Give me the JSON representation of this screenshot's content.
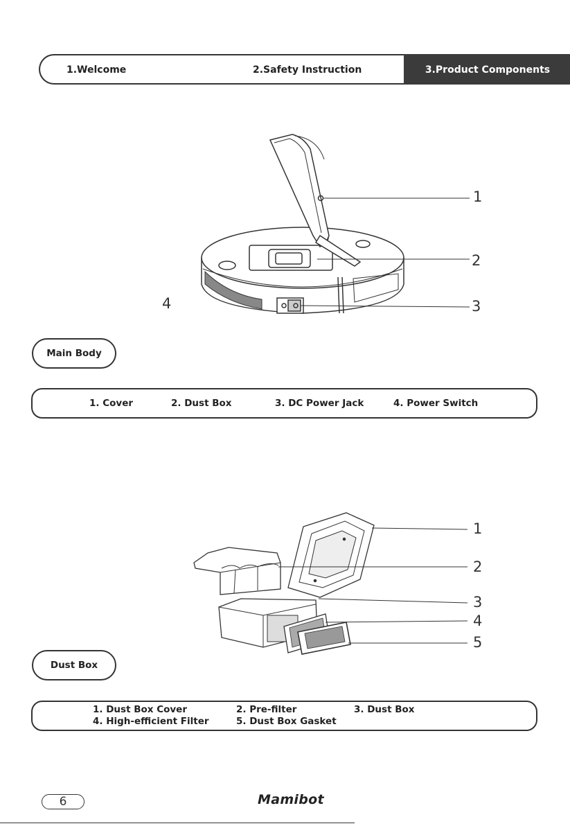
{
  "nav": {
    "tabs": [
      {
        "label": "1.Welcome",
        "active": false
      },
      {
        "label": "2.Safety Instruction",
        "active": false
      },
      {
        "label": "3.Product Components",
        "active": true
      }
    ]
  },
  "main_body": {
    "section_label": "Main Body",
    "callouts": [
      "1",
      "2",
      "3",
      "4"
    ],
    "legend": [
      "1. Cover",
      "2. Dust Box",
      "3. DC Power Jack",
      "4. Power Switch"
    ]
  },
  "dust_box": {
    "section_label": "Dust Box",
    "callouts": [
      "1",
      "2",
      "3",
      "4",
      "5"
    ],
    "legend": [
      "1. Dust Box Cover",
      "2. Pre-filter",
      "3. Dust Box",
      "4. High-efficient Filter",
      "5. Dust Box Gasket"
    ]
  },
  "footer": {
    "page_number": "6",
    "brand": "Mamibot"
  },
  "colors": {
    "active_tab_bg": "#3b3b3b",
    "outline": "#333333"
  }
}
